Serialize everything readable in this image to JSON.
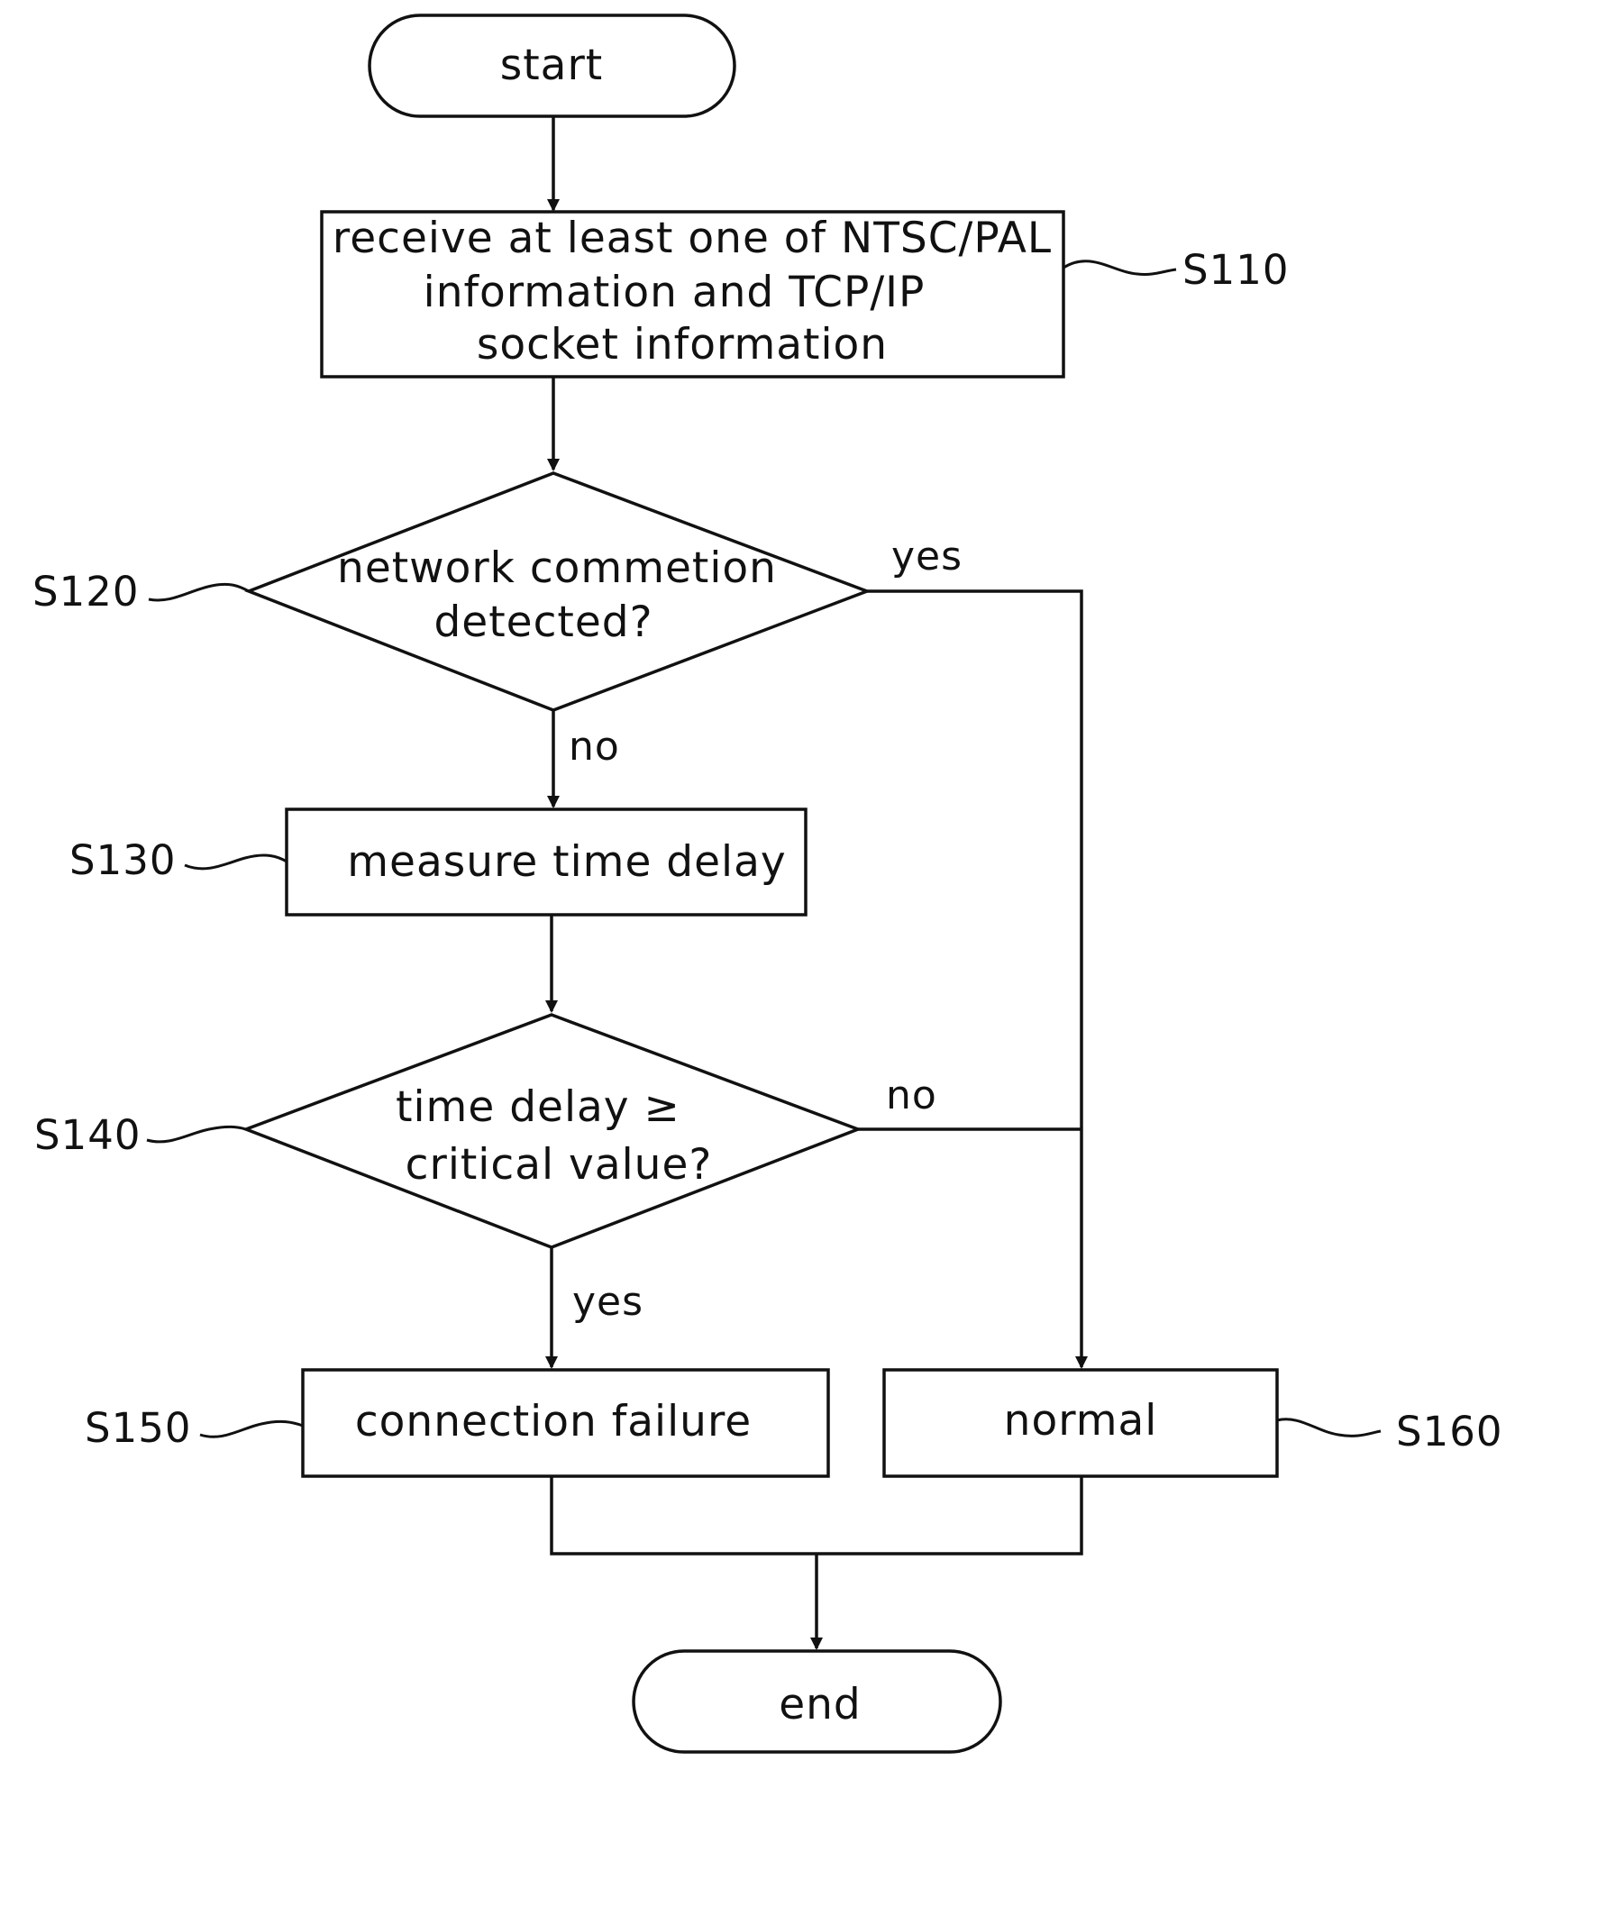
{
  "nodes": {
    "start": {
      "text": "start"
    },
    "s110": {
      "lines": [
        "receive at least one of NTSC/PAL",
        "information and TCP/IP",
        "socket information"
      ],
      "ref": "S110"
    },
    "s120": {
      "lines": [
        "network commetion",
        "detected?"
      ],
      "ref": "S120"
    },
    "s130": {
      "text": "measure time delay",
      "ref": "S130"
    },
    "s140": {
      "lines": [
        "time delay ≥",
        "critical value?"
      ],
      "ref": "S140"
    },
    "s150": {
      "text": "connection failure",
      "ref": "S150"
    },
    "s160": {
      "text": "normal",
      "ref": "S160"
    },
    "end": {
      "text": "end"
    }
  },
  "edges": {
    "s120_yes": "yes",
    "s120_no": "no",
    "s140_no": "no",
    "s140_yes": "yes"
  }
}
